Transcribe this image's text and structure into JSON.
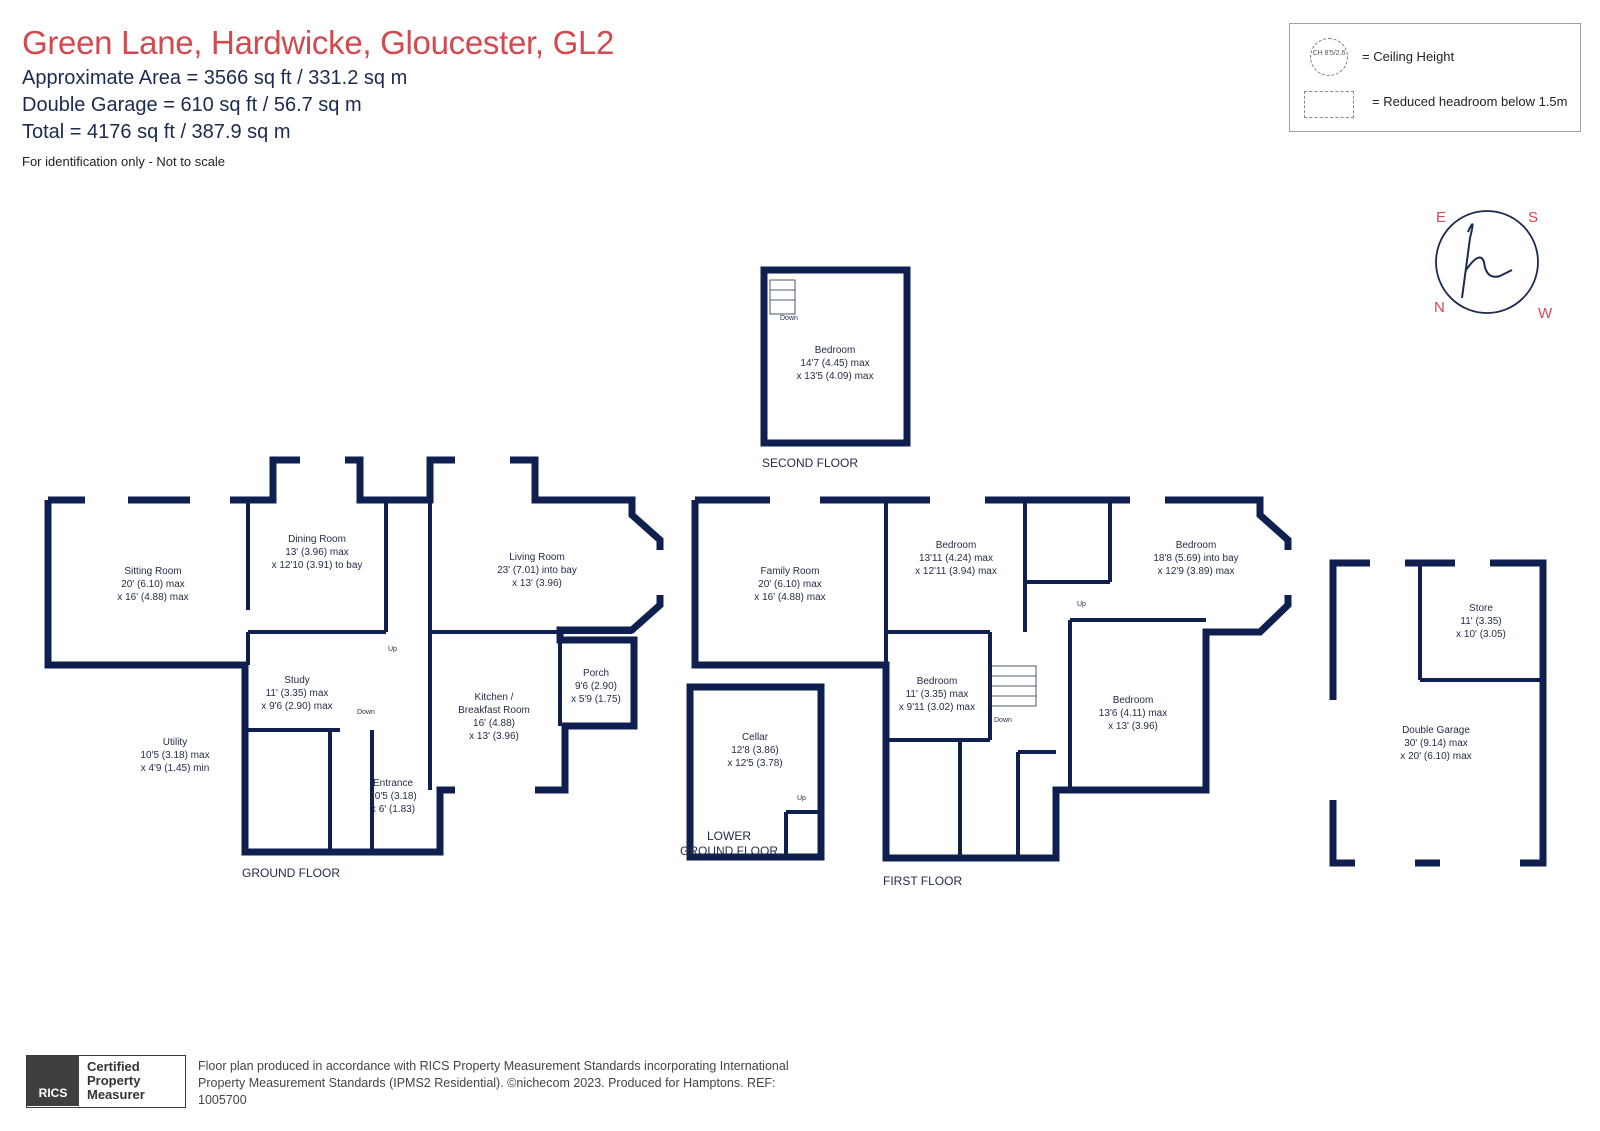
{
  "header": {
    "title": "Green Lane, Hardwicke, Gloucester, GL2",
    "stats": [
      "Approximate Area = 3566  sq ft / 331.2  sq m",
      "Double Garage = 610 sq ft / 56.7  sq m",
      "Total = 4176 sq ft / 387.9 sq m"
    ],
    "note": "For identification only - Not to scale"
  },
  "legend": {
    "ceiling_symbol": "CH 8'5/2.6",
    "ceiling_label": "= Ceiling Height",
    "reduced_label": "= Reduced headroom below 1.5m"
  },
  "compass": {
    "letters": [
      "S",
      "W",
      "N",
      "E"
    ]
  },
  "floors": {
    "ground": "GROUND FLOOR",
    "second": "SECOND FLOOR",
    "lower": [
      "LOWER",
      "GROUND FLOOR"
    ],
    "first": "FIRST FLOOR"
  },
  "rooms": {
    "sitting": [
      "Sitting Room",
      "20' (6.10) max",
      "x 16' (4.88) max"
    ],
    "dining": [
      "Dining Room",
      "13' (3.96) max",
      "x 12'10 (3.91) to bay"
    ],
    "living": [
      "Living Room",
      "23' (7.01) into bay",
      "x 13' (3.96)"
    ],
    "study": [
      "Study",
      "11' (3.35) max",
      "x 9'6 (2.90) max"
    ],
    "kitchen": [
      "Kitchen /",
      "Breakfast Room",
      "16' (4.88)",
      "x 13' (3.96)"
    ],
    "porch": [
      "Porch",
      "9'6 (2.90)",
      "x 5'9 (1.75)"
    ],
    "utility": [
      "Utility",
      "10'5 (3.18) max",
      "x 4'9 (1.45) min"
    ],
    "entrance": [
      "Entrance",
      "10'5 (3.18)",
      "x 6' (1.83)"
    ],
    "bedroom_second": [
      "Bedroom",
      "14'7 (4.45) max",
      "x 13'5 (4.09) max"
    ],
    "family": [
      "Family Room",
      "20' (6.10) max",
      "x 16' (4.88) max"
    ],
    "bedroom1": [
      "Bedroom",
      "13'11 (4.24) max",
      "x 12'11 (3.94) max"
    ],
    "bedroom2": [
      "Bedroom",
      "18'8 (5.69) into bay",
      "x 12'9 (3.89) max"
    ],
    "bedroom3": [
      "Bedroom",
      "11' (3.35) max",
      "x 9'11 (3.02) max"
    ],
    "bedroom4": [
      "Bedroom",
      "13'6 (4.11) max",
      "x 13' (3.96)"
    ],
    "cellar": [
      "Cellar",
      "12'8 (3.86)",
      "x 12'5 (3.78)"
    ],
    "store": [
      "Store",
      "11' (3.35)",
      "x 10' (3.05)"
    ],
    "garage": [
      "Double Garage",
      "30' (9.14) max",
      "x 20' (6.10) max"
    ]
  },
  "stair_labels": {
    "up": "Up",
    "down": "Down"
  },
  "footer": {
    "badge_logo": "RICS",
    "badge_text": "Certified Property Measurer",
    "text": "Floor plan produced in accordance with RICS Property Measurement Standards incorporating International Property Measurement Standards (IPMS2 Residential).  ©nichecom 2023.   Produced for Hamptons.  REF:  1005700"
  },
  "colors": {
    "wall": "#0f1f4f",
    "title": "#d24a50",
    "compass_ring": "#1b2a4e",
    "compass_letters": "#d24a50"
  }
}
